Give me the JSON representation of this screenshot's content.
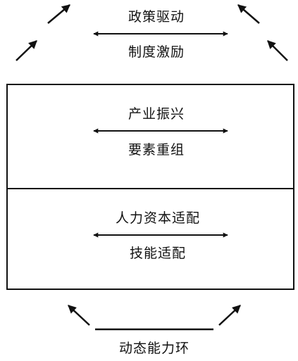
{
  "top": {
    "label_upper": "政策驱动",
    "label_lower": "制度激励"
  },
  "middle_box": {
    "label_upper": "产业振兴",
    "label_lower": "要素重组"
  },
  "lower_box": {
    "label_upper": "人力资本适配",
    "label_lower": "技能适配"
  },
  "bottom": {
    "label": "动态能力环"
  }
}
